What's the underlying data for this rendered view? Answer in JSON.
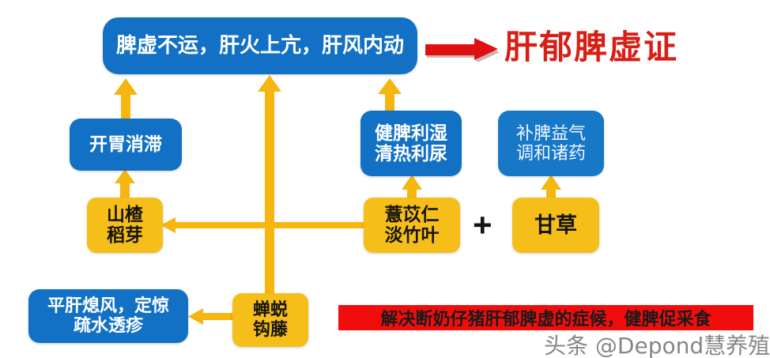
{
  "headline": {
    "text": "肝郁脾虚证",
    "color": "#D91F15"
  },
  "nodes": {
    "top_syndrome": {
      "label": "脾虚不运，肝火上亢，肝风内动",
      "color": "#1271C4",
      "text_color": "#FFFFFF"
    },
    "kaiwei": {
      "label": "开胃消滞",
      "color": "#1271C4",
      "text_color": "#FFFFFF"
    },
    "jianpi": {
      "label": "健脾利湿\n清热利尿",
      "color": "#1271C4",
      "text_color": "#FFFFFF"
    },
    "bupi": {
      "label": "补脾益气\n调和诸药",
      "color": "#1878C8",
      "text_color": "#EEF6FF"
    },
    "shanzha": {
      "label": "山楂\n稻芽",
      "color": "#F6BE18",
      "text_color": "#16140D"
    },
    "yiyiren": {
      "label": "薏苡仁\n淡竹叶",
      "color": "#F6BE18",
      "text_color": "#16140D"
    },
    "gancao": {
      "label": "甘草",
      "color": "#F6BE18",
      "text_color": "#16140D"
    },
    "pinggan": {
      "label": "平肝熄风，定惊\n疏水透疹",
      "color": "#1271C4",
      "text_color": "#FFFFFF"
    },
    "chantui": {
      "label": "蝉蜕\n钩藤",
      "color": "#F6BE18",
      "text_color": "#16140D"
    }
  },
  "plus_sign": "+",
  "banner": {
    "text": "解决断奶仔猪肝郁脾虚的症候，健脾促采食",
    "background": "#F20D0D",
    "text_color": "#1A1A1A"
  },
  "watermark": {
    "text": "头条 @Depond慧养殖"
  },
  "connectors": {
    "color": "#F6B50F",
    "red_arrow_color": "#D91F15",
    "items": [
      {
        "name": "arrow-kaiwei-to-top",
        "direction": "up"
      },
      {
        "name": "arrow-jianpi-to-top",
        "direction": "up"
      },
      {
        "name": "arrow-chantui-to-top",
        "direction": "up"
      },
      {
        "name": "arrow-shanzha-to-kaiwei",
        "direction": "up"
      },
      {
        "name": "arrow-yiyiren-to-jianpi",
        "direction": "up"
      },
      {
        "name": "arrow-gancao-to-bupi",
        "direction": "up"
      },
      {
        "name": "arrow-yiyiren-to-shanzha",
        "direction": "left"
      },
      {
        "name": "arrow-chantui-to-pinggan",
        "direction": "left"
      },
      {
        "name": "arrow-syndrome-to-headline",
        "direction": "right"
      }
    ]
  }
}
